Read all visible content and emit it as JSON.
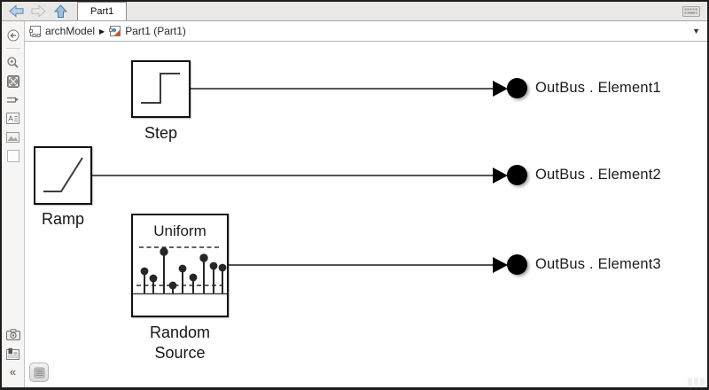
{
  "tab_bar": {
    "active_tab": "Part1"
  },
  "breadcrumb": {
    "root": "archModel",
    "current": "Part1 (Part1)"
  },
  "glyphs": {
    "breadcrumb_separator": "▶",
    "dropdown": "▼",
    "collapse": "«"
  },
  "toolbar": {
    "items": [
      "hide-palette",
      "zoom-in",
      "fit-to-view",
      "route-signals",
      "annotation",
      "viewmark-image",
      "select-area",
      "screenshot",
      "viewmarks",
      "collapse-palette"
    ]
  },
  "canvas": {
    "blocks": [
      {
        "name": "step",
        "label": "Step"
      },
      {
        "name": "ramp",
        "label": "Ramp"
      },
      {
        "name": "random-source",
        "label": "Random Source",
        "inner_label": "Uniform"
      }
    ],
    "ports": [
      {
        "label": "OutBus . Element1"
      },
      {
        "label": "OutBus . Element2"
      },
      {
        "label": "OutBus . Element3"
      }
    ]
  },
  "colors": {
    "accent_blue": "#5b87ad",
    "wire": "#555555",
    "block_border": "#111111",
    "chrome_bg": "#e9e8e6",
    "canvas_bg": "#ffffff",
    "orange_accent": "#d95319"
  }
}
